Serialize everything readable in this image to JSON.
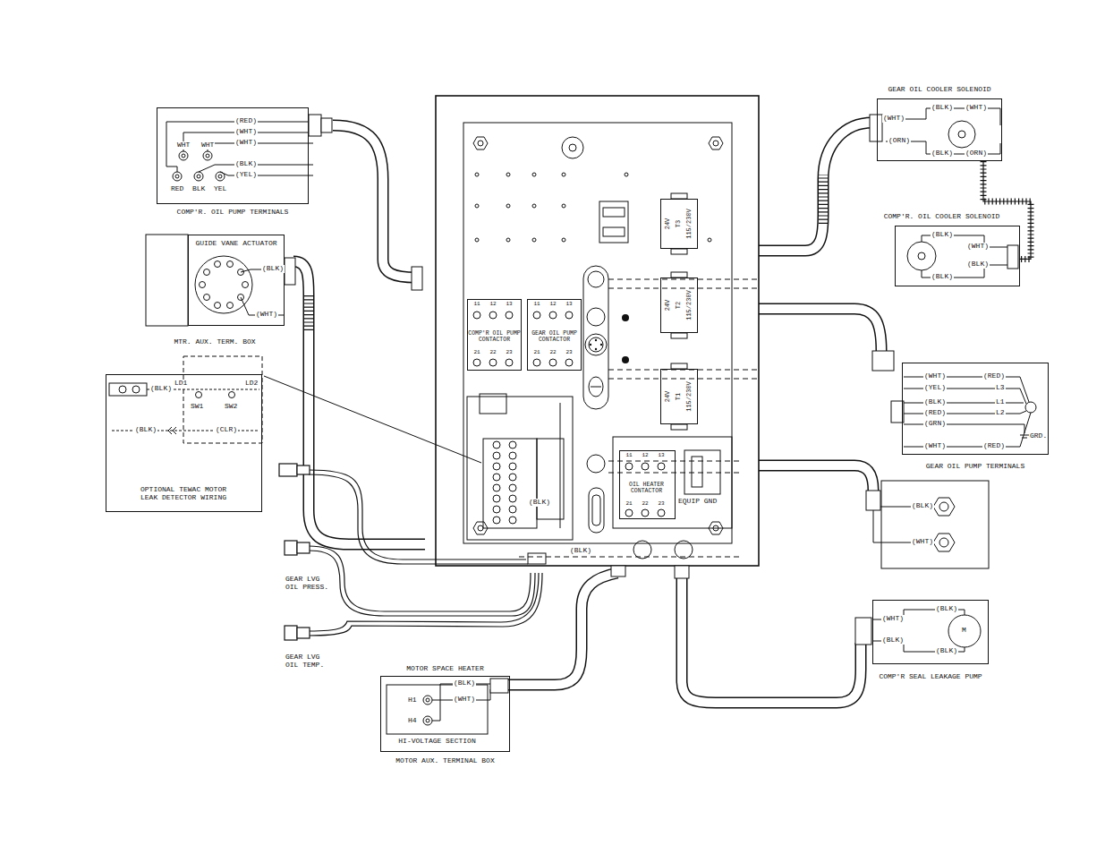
{
  "diagram": {
    "nodes": [
      {
        "text": [
          "COMP'R. OIL PUMP TERMINALS"
        ]
      },
      {
        "text": [
          "GEAR OIL COOLER SOLENOID"
        ]
      },
      {
        "text": [
          "GUIDE VANE ACTUATOR",
          "MTR. AUX. TERM. BOX"
        ]
      },
      {
        "text": [
          "24V",
          "T3",
          "115/230V"
        ]
      },
      {
        "text": [
          "COMP'R. OIL COOLER SOLENOID"
        ]
      },
      {
        "text": [
          "24V",
          "T2",
          "115/230V"
        ]
      },
      {
        "text": [
          "11",
          "12",
          "13",
          "COMP'R OIL PUMP CONTACTOR",
          "21",
          "22",
          "23"
        ]
      },
      {
        "text": [
          "11",
          "12",
          "13",
          "GEAR OIL PUMP CONTACTOR",
          "21",
          "22",
          "23"
        ]
      },
      {
        "text": [
          "GEAR OIL PUMP TERMINALS"
        ]
      },
      {
        "text": [
          "24V",
          "T1",
          "115/230V"
        ]
      },
      {
        "text": [
          "OPTIONAL TEWAC MOTOR LEAK DETECTOR WIRING"
        ]
      },
      {
        "text": [
          "11",
          "12",
          "13",
          "OIL HEATER CONTACTOR",
          "21",
          "22",
          "23"
        ]
      },
      {
        "text": [
          "COMP'R SEAL LEAKAGE PUMP"
        ]
      },
      {
        "text": [
          "MOTOR SPACE HEATER",
          "HI-VOLTAGE SECTION",
          "MOTOR AUX. TERMINAL BOX"
        ]
      }
    ],
    "edges": [
      {
        "from": 1,
        "to": 4,
        "arrow": "none"
      }
    ],
    "labels": [
      "(RED)",
      "(WHT)",
      "(WHT)",
      "WHT",
      "WHT",
      "(BLK)",
      "(YEL)",
      "RED",
      "BLK",
      "YEL",
      "(WHT)",
      "(BLK)",
      "(WHT)",
      "(ORN)",
      "(BLK)",
      "(ORN)",
      "(BLK)",
      "(WHT)",
      "(BLK)",
      "(WHT)",
      "(BLK)",
      "(BLK)",
      "(WHT)",
      "(RED)",
      "(YEL)",
      "L3",
      "(BLK)",
      "L1",
      "(RED)",
      "L2",
      "(GRN)",
      "GRD.",
      "(WHT)",
      "(RED)",
      "(BLK)",
      "LD1",
      "LD2",
      "SW1",
      "SW2",
      "(BLK)",
      "(CLR)",
      "(BLK)",
      "EQUIP GND",
      "(BLK)",
      "(BLK)",
      "(WHT)",
      "GEAR LVG OIL PRESS.",
      "GEAR LVG OIL TEMP.",
      "(WHT)",
      "(BLK)",
      "(BLK)",
      "(BLK)",
      "M",
      "H1",
      "H4",
      "(BLK)",
      "(WHT)"
    ]
  }
}
